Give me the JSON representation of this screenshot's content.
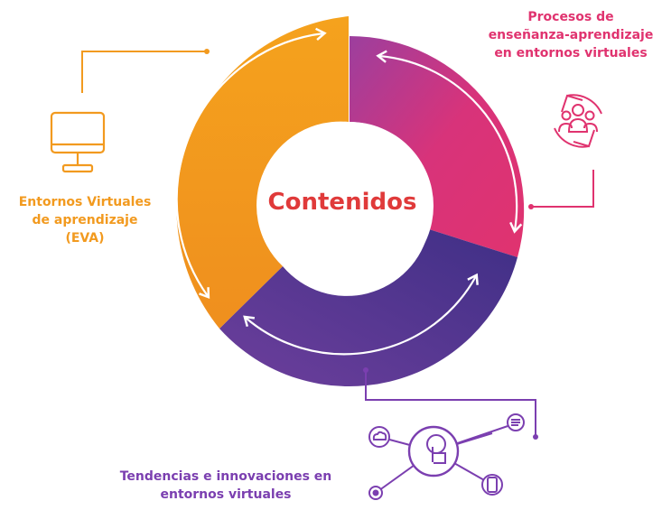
{
  "center": {
    "title": "Contenidos"
  },
  "segments": [
    {
      "id": "eva",
      "lines": [
        "Entornos Virtuales",
        "de aprendizaje",
        "(EVA)"
      ],
      "color": "#f29a1f",
      "icon": "monitor-icon"
    },
    {
      "id": "procesos",
      "lines": [
        "Procesos de",
        "enseñanza-aprendizaje",
        "en entornos virtuales"
      ],
      "color": "#e0336f",
      "icon": "people-cycle-icon"
    },
    {
      "id": "tendencias",
      "lines": [
        "Tendencias e innovaciones en",
        "entornos virtuales"
      ],
      "color": "#7b3fb0",
      "icon": "network-touch-icon"
    }
  ],
  "colors": {
    "orange": "#f29a1f",
    "pink": "#d8337a",
    "purple": "#5a3a96",
    "title_red": "#e03a3a"
  }
}
